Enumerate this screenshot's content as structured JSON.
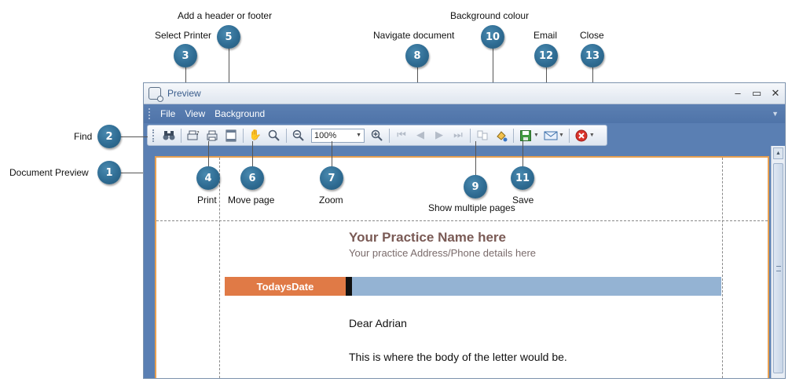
{
  "window": {
    "title": "Preview",
    "controls": [
      "–",
      "▭",
      "✕"
    ]
  },
  "menu": {
    "items": [
      "File",
      "View",
      "Background"
    ]
  },
  "toolbar": {
    "zoom_value": "100%",
    "icons": [
      "binoculars-icon",
      "select-printer-icon",
      "print-icon",
      "header-footer-icon",
      "hand-icon",
      "magnifier-icon",
      "zoom-out-icon",
      "zoom-in-icon",
      "first-page-icon",
      "prev-page-icon",
      "next-page-icon",
      "last-page-icon",
      "multi-page-icon",
      "background-color-icon",
      "save-icon",
      "email-icon",
      "close-icon"
    ]
  },
  "document": {
    "practice_name": "Your Practice Name here",
    "practice_address": "Your practice Address/Phone details here",
    "date_field": "TodaysDate",
    "salutation": "Dear Adrian",
    "body": "This is where the body of the letter would be."
  },
  "callouts": {
    "c1": {
      "num": "1",
      "label": "Document Preview"
    },
    "c2": {
      "num": "2",
      "label": "Find"
    },
    "c3": {
      "num": "3",
      "label": "Select Printer"
    },
    "c4": {
      "num": "4",
      "label": "Print"
    },
    "c5": {
      "num": "5",
      "label": "Add a header or footer"
    },
    "c6": {
      "num": "6",
      "label": "Move page"
    },
    "c7": {
      "num": "7",
      "label": "Zoom"
    },
    "c8": {
      "num": "8",
      "label": "Navigate document"
    },
    "c9": {
      "num": "9",
      "label": "Show multiple pages"
    },
    "c10": {
      "num": "10",
      "label": "Background colour"
    },
    "c11": {
      "num": "11",
      "label": "Save"
    },
    "c12": {
      "num": "12",
      "label": "Email"
    },
    "c13": {
      "num": "13",
      "label": "Close"
    }
  },
  "colors": {
    "badge": "#2f6c93",
    "window_bg": "#5a7fb3",
    "page_border": "#e8a050",
    "date_cell": "#e07a46",
    "date_bar": "#94b3d3",
    "practice_name": "#7a5a55"
  }
}
